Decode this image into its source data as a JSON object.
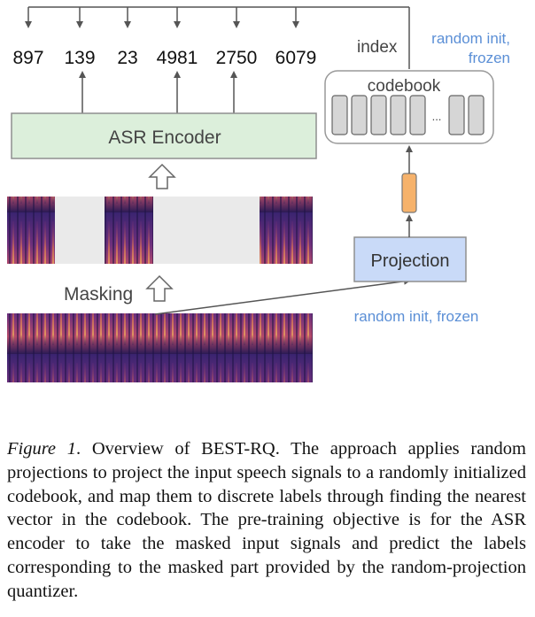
{
  "figure": {
    "labels": [
      "897",
      "139",
      "23",
      "4981",
      "2750",
      "6079"
    ],
    "encoder_label": "ASR Encoder",
    "masking_label": "Masking",
    "projection_label": "Projection",
    "codebook_label": "codebook",
    "index_label": "index",
    "codebook_note_line1": "random init,",
    "codebook_note_line2": "frozen",
    "projection_note": "random init, frozen",
    "ellipsis": "...",
    "colors": {
      "encoder_fill": "#dcefdb",
      "projection_fill": "#c9daf8",
      "projected_vector": "#f6b26b",
      "note_text": "#5b8fd6",
      "spectrogram_dark": "#2b1b57",
      "spectrogram_bright": "#f0a857"
    }
  },
  "caption": {
    "lead": "Figure 1",
    "text": ". Overview of BEST-RQ. The approach applies random projections to project the input speech signals to a randomly initialized codebook, and map them to discrete labels through finding the nearest vector in the codebook. The pre-training objective is for the ASR encoder to take the masked input signals and predict the labels corresponding to the masked part provided by the random-projection quantizer."
  }
}
